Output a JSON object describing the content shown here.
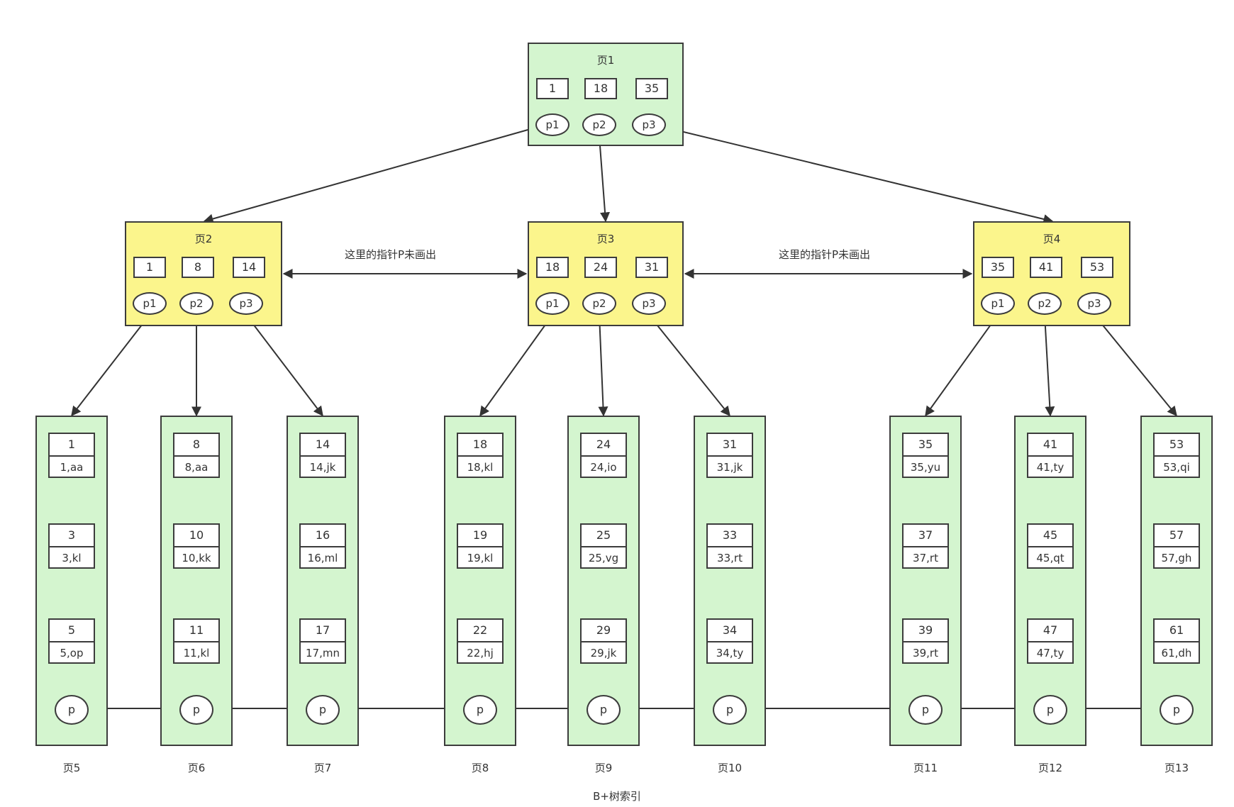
{
  "root": {
    "title": "页1",
    "keys": [
      "1",
      "18",
      "35"
    ],
    "pointers": [
      "p1",
      "p2",
      "p3"
    ]
  },
  "internal": [
    {
      "title": "页2",
      "keys": [
        "1",
        "8",
        "14"
      ],
      "pointers": [
        "p1",
        "p2",
        "p3"
      ]
    },
    {
      "title": "页3",
      "keys": [
        "18",
        "24",
        "31"
      ],
      "pointers": [
        "p1",
        "p2",
        "p3"
      ]
    },
    {
      "title": "页4",
      "keys": [
        "35",
        "41",
        "53"
      ],
      "pointers": [
        "p1",
        "p2",
        "p3"
      ]
    }
  ],
  "notes": [
    "这里的指针P未画出",
    "这里的指针P未画出"
  ],
  "leaves": [
    {
      "label": "页5",
      "pointer": "p",
      "records": [
        {
          "key": "1",
          "val": "1,aa"
        },
        {
          "key": "3",
          "val": "3,kl"
        },
        {
          "key": "5",
          "val": "5,op"
        }
      ]
    },
    {
      "label": "页6",
      "pointer": "p",
      "records": [
        {
          "key": "8",
          "val": "8,aa"
        },
        {
          "key": "10",
          "val": "10,kk"
        },
        {
          "key": "11",
          "val": "11,kl"
        }
      ]
    },
    {
      "label": "页7",
      "pointer": "p",
      "records": [
        {
          "key": "14",
          "val": "14,jk"
        },
        {
          "key": "16",
          "val": "16,ml"
        },
        {
          "key": "17",
          "val": "17,mn"
        }
      ]
    },
    {
      "label": "页8",
      "pointer": "p",
      "records": [
        {
          "key": "18",
          "val": "18,kl"
        },
        {
          "key": "19",
          "val": "19,kl"
        },
        {
          "key": "22",
          "val": "22,hj"
        }
      ]
    },
    {
      "label": "页9",
      "pointer": "p",
      "records": [
        {
          "key": "24",
          "val": "24,io"
        },
        {
          "key": "25",
          "val": "25,vg"
        },
        {
          "key": "29",
          "val": "29,jk"
        }
      ]
    },
    {
      "label": "页10",
      "pointer": "p",
      "records": [
        {
          "key": "31",
          "val": "31,jk"
        },
        {
          "key": "33",
          "val": "33,rt"
        },
        {
          "key": "34",
          "val": "34,ty"
        }
      ]
    },
    {
      "label": "页11",
      "pointer": "p",
      "records": [
        {
          "key": "35",
          "val": "35,yu"
        },
        {
          "key": "37",
          "val": "37,rt"
        },
        {
          "key": "39",
          "val": "39,rt"
        }
      ]
    },
    {
      "label": "页12",
      "pointer": "p",
      "records": [
        {
          "key": "41",
          "val": "41,ty"
        },
        {
          "key": "45",
          "val": "45,qt"
        },
        {
          "key": "47",
          "val": "47,ty"
        }
      ]
    },
    {
      "label": "页13",
      "pointer": "p",
      "records": [
        {
          "key": "53",
          "val": "53,qi"
        },
        {
          "key": "57",
          "val": "57,gh"
        },
        {
          "key": "61",
          "val": "61,dh"
        }
      ]
    }
  ],
  "caption": "B+树索引",
  "colors": {
    "root_fill": "#d4f5cf",
    "internal_fill": "#fbf58c",
    "leaf_fill": "#d4f5cf",
    "edge": "#333333",
    "leaf_arrow": "#1f5f1f"
  }
}
